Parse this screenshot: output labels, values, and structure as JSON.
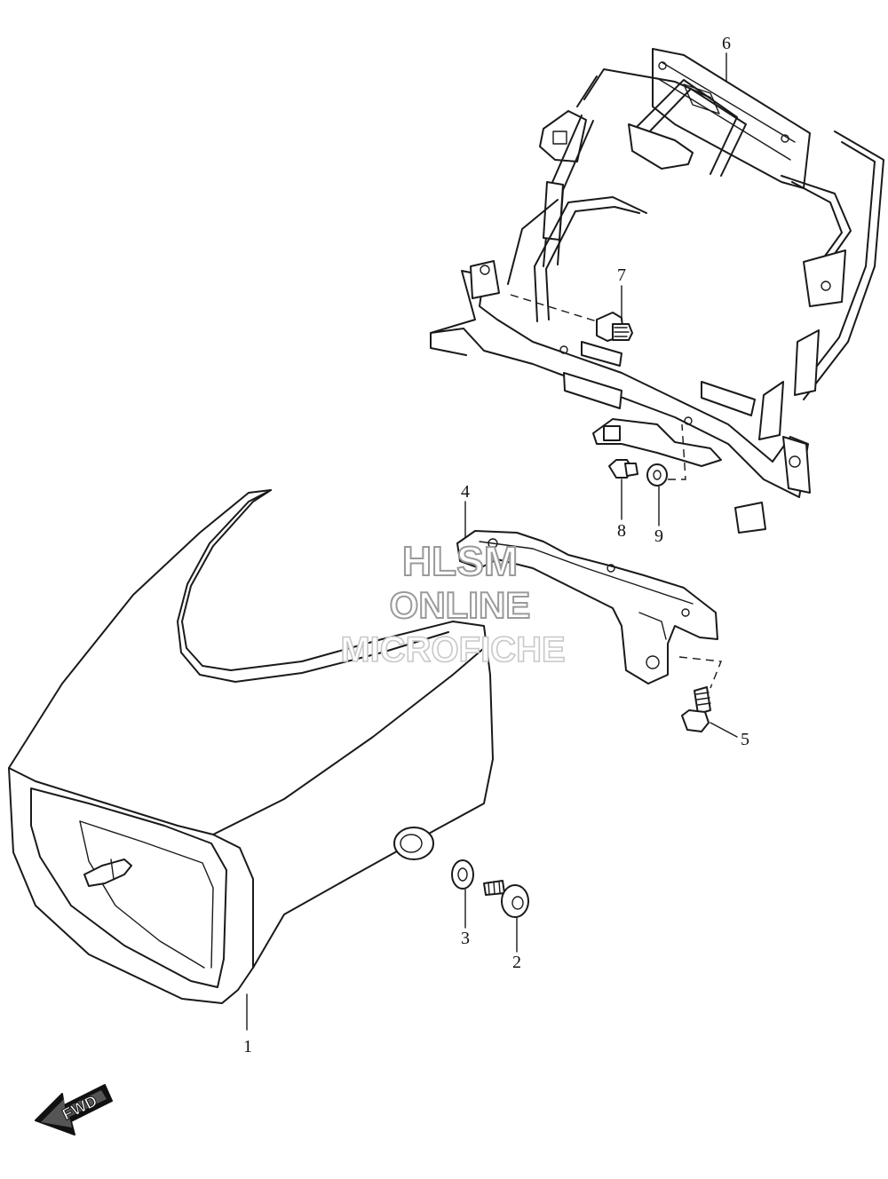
{
  "callouts": [
    {
      "id": "1",
      "text": "1"
    },
    {
      "id": "2",
      "text": "2"
    },
    {
      "id": "3",
      "text": "3"
    },
    {
      "id": "4",
      "text": "4"
    },
    {
      "id": "5",
      "text": "5"
    },
    {
      "id": "6",
      "text": "6"
    },
    {
      "id": "7",
      "text": "7"
    },
    {
      "id": "8",
      "text": "8"
    },
    {
      "id": "9",
      "text": "9"
    }
  ],
  "watermark": {
    "line1": "HLSM",
    "line2": "ONLINE",
    "line3": "MICROFICHE"
  },
  "direction_marker": {
    "label": "FWD",
    "icon": "forward-arrow-icon"
  }
}
